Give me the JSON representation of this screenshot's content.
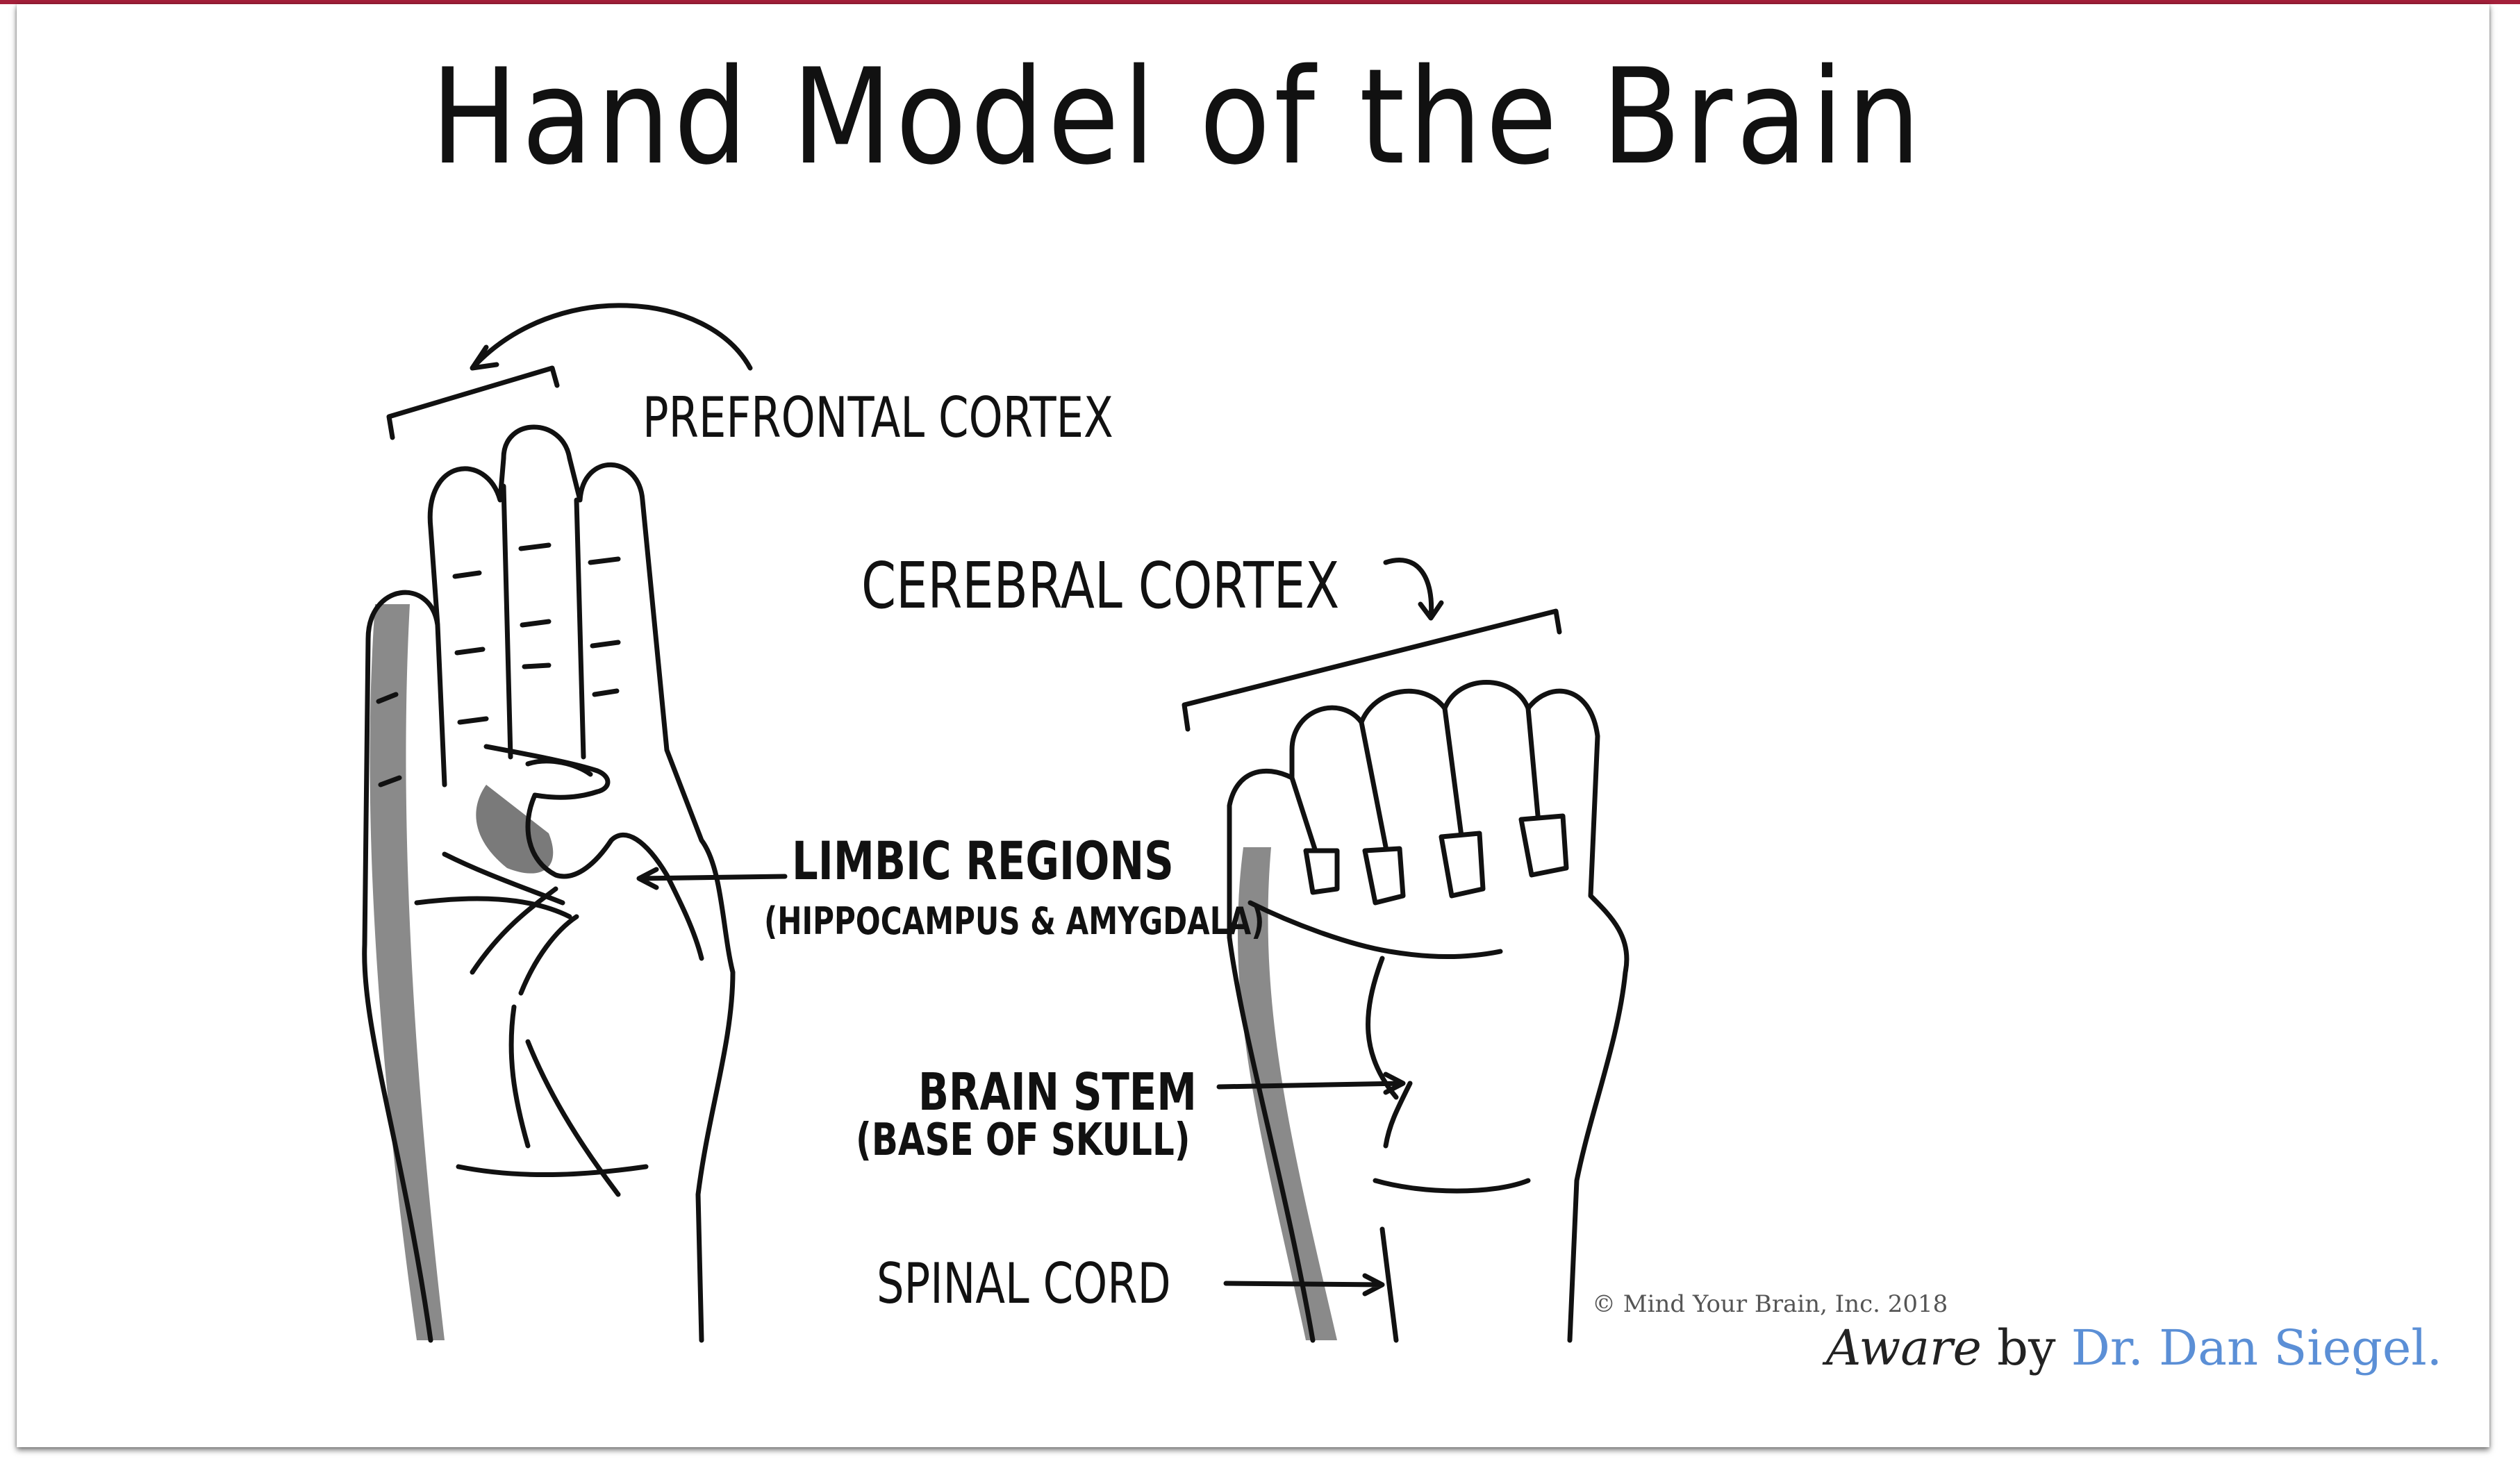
{
  "title": "Hand Model of the Brain",
  "labels": {
    "prefrontal_cortex": "PREFRONTAL CORTEX",
    "cerebral_cortex": "CEREBRAL CORTEX",
    "limbic_regions": "LIMBIC REGIONS",
    "limbic_detail": "(HIPPOCAMPUS & AMYGDALA)",
    "brain_stem": "BRAIN STEM",
    "brain_stem_detail": "(BASE OF SKULL)",
    "spinal_cord": "SPINAL CORD"
  },
  "copyright": "© Mind Your Brain, Inc. 2018",
  "credit": {
    "work": "Aware",
    "by": "by",
    "author": "Dr. Dan Siegel."
  },
  "colors": {
    "accent_bar": "#a3203a",
    "author_link": "#5b8fd6",
    "ink": "#111111",
    "shadow": "#8a8a8a"
  }
}
